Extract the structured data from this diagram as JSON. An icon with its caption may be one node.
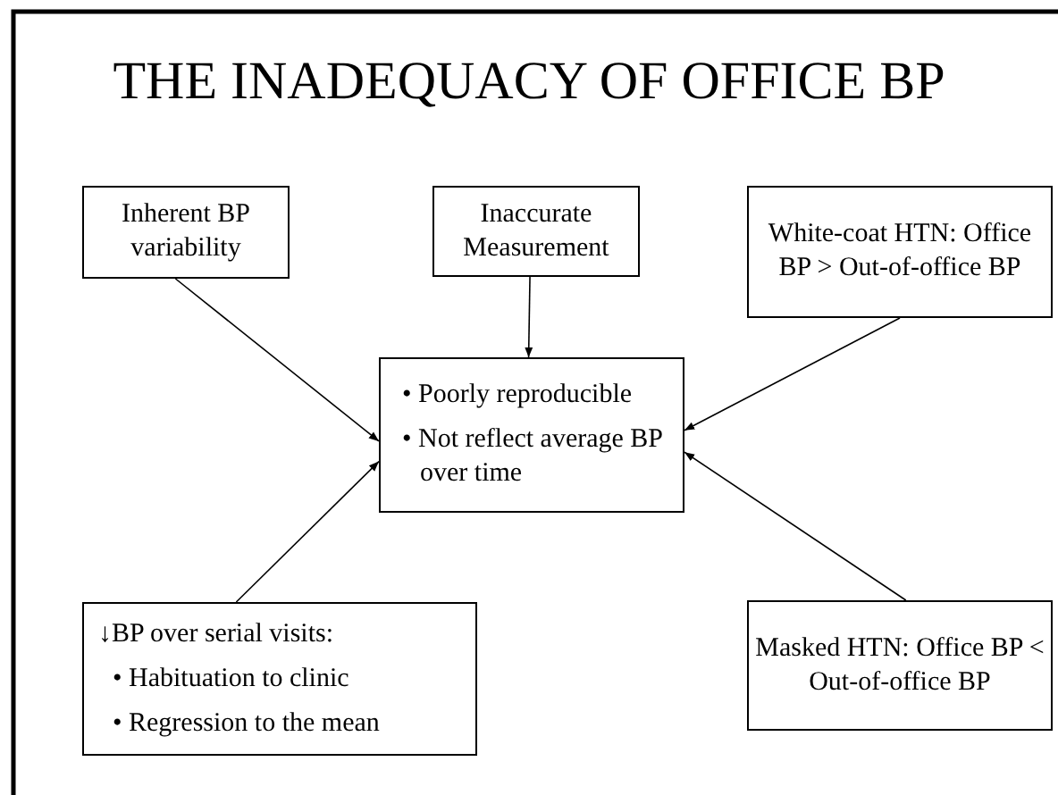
{
  "diagram": {
    "title": "THE INADEQUACY OF OFFICE BP",
    "nodes": [
      {
        "text": [
          "Inherent BP variability"
        ]
      },
      {
        "text": [
          "Inaccurate Measurement"
        ]
      },
      {
        "text": [
          "White-coat HTN: Office BP > Out-of-office BP"
        ]
      },
      {
        "text": [
          "• Poorly reproducible",
          "• Not reflect average BP over time"
        ]
      },
      {
        "text": [
          "↓BP over serial visits:",
          "• Habituation to clinic",
          "• Regression to the mean"
        ]
      },
      {
        "text": [
          "Masked HTN: Office BP < Out-of-office BP"
        ]
      }
    ],
    "edges": [
      {
        "from": 0,
        "to": 3,
        "arrow": "to"
      },
      {
        "from": 1,
        "to": 3,
        "arrow": "to"
      },
      {
        "from": 2,
        "to": 3,
        "arrow": "to"
      },
      {
        "from": 4,
        "to": 3,
        "arrow": "to"
      },
      {
        "from": 5,
        "to": 3,
        "arrow": "to"
      }
    ]
  }
}
